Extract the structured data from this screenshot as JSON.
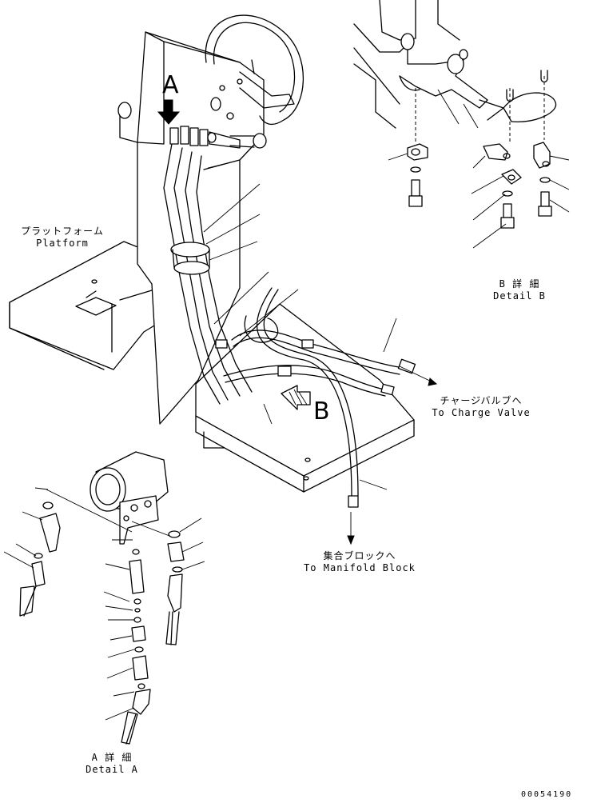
{
  "labels": {
    "platform_jp": "プラットフォーム",
    "platform_en": "Platform",
    "charge_jp": "チャージバルブへ",
    "charge_en": "To Charge Valve",
    "manifold_jp": "集合ブロックへ",
    "manifold_en": "To Manifold Block",
    "detail_a_jp": "A 詳 細",
    "detail_a_en": "Detail A",
    "detail_b_jp": "B 詳 細",
    "detail_b_en": "Detail B",
    "view_a": "A",
    "view_b": "B",
    "drawing_code": "00054190"
  },
  "icons": [
    "view-arrow-a-icon",
    "view-arrow-b-icon",
    "flow-arrow-icon"
  ],
  "colors": {
    "line": "#000000",
    "background": "#ffffff"
  }
}
